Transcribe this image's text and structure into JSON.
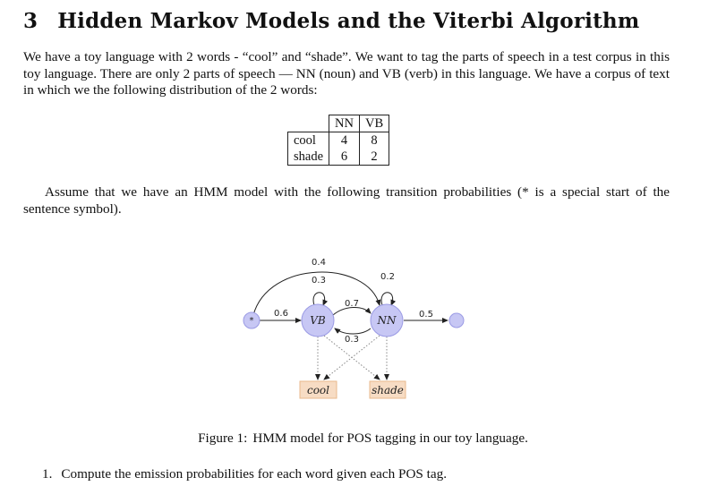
{
  "section": {
    "number": "3",
    "title": "Hidden Markov Models and the Viterbi Algorithm"
  },
  "intro_paragraph": "We have a toy language with 2 words - “cool” and “shade”. We want to tag the parts of speech in a test corpus in this toy language. There are only 2 parts of speech — NN (noun) and VB (verb) in this language. We have a corpus of text in which we the following distribution of the 2 words:",
  "distribution_table": {
    "headers": [
      "",
      "NN",
      "VB"
    ],
    "rows": [
      [
        "cool",
        "4",
        "8"
      ],
      [
        "shade",
        "6",
        "2"
      ]
    ]
  },
  "transition_paragraph": "Assume that we have an HMM model with the following transition probabilities (* is a special start of the sentence symbol).",
  "figure": {
    "nodes": {
      "start": "*",
      "vb": "VB",
      "nn": "NN",
      "end": ""
    },
    "words": {
      "cool": "cool",
      "shade": "shade"
    },
    "probabilities": {
      "start_to_nn": "0.4",
      "vb_self": "0.3",
      "nn_self": "0.2",
      "vb_to_nn": "0.7",
      "start_to_vb": "0.6",
      "nn_to_vb": "0.3",
      "nn_to_end": "0.5"
    },
    "colors": {
      "state_fill": "#c7c7f4",
      "state_stroke": "#9a9ae4",
      "word_fill": "#f7dcc4",
      "word_stroke": "#e9b98c"
    },
    "caption_label": "Figure 1:",
    "caption_text": "HMM model for POS tagging in our toy language."
  },
  "question": {
    "index": "1.",
    "text": "Compute the emission probabilities for each word given each POS tag."
  }
}
